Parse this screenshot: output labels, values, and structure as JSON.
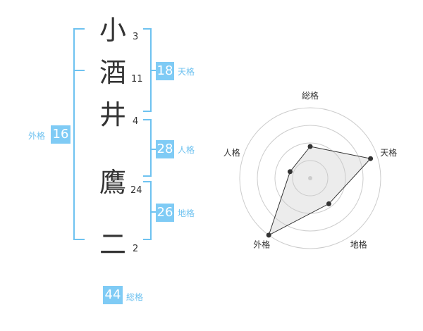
{
  "name": {
    "chars": [
      {
        "char": "小",
        "strokes": "3"
      },
      {
        "char": "酒",
        "strokes": "11"
      },
      {
        "char": "井",
        "strokes": "4"
      },
      {
        "char": "鷹",
        "strokes": "24"
      },
      {
        "char": "二",
        "strokes": "2"
      }
    ]
  },
  "grids": {
    "tenkaku": {
      "value": "18",
      "label": "天格"
    },
    "jinkaku": {
      "value": "28",
      "label": "人格"
    },
    "chikaku": {
      "value": "26",
      "label": "地格"
    },
    "gaikaku": {
      "value": "16",
      "label": "外格"
    },
    "soukaku": {
      "value": "44",
      "label": "総格"
    }
  },
  "colors": {
    "accent": "#7fcbf5",
    "label": "#6ec2f0",
    "text": "#333333"
  },
  "chart_data": {
    "type": "radar",
    "axes": [
      "総格",
      "天格",
      "地格",
      "外格",
      "人格"
    ],
    "values": [
      0.45,
      0.9,
      0.45,
      1.0,
      0.3
    ],
    "rings": 4
  }
}
